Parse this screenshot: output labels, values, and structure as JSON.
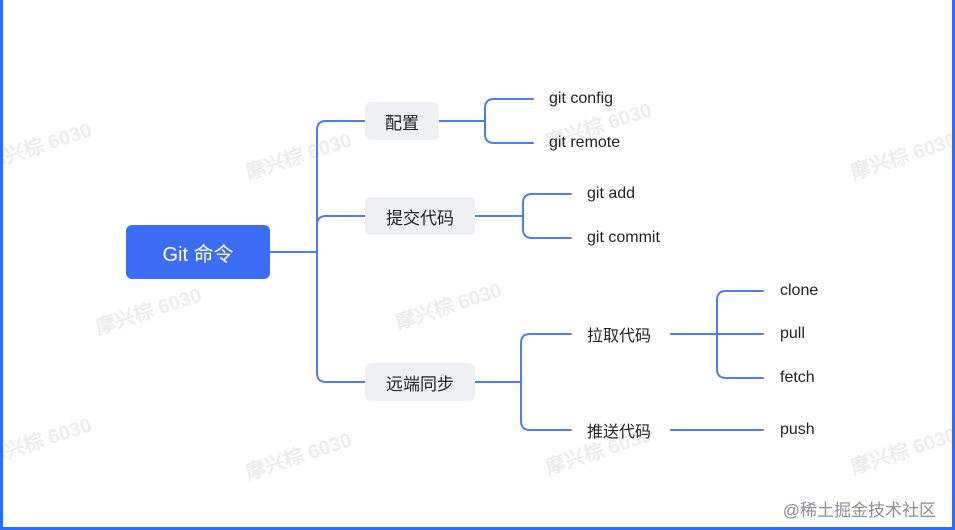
{
  "root": "Git 命令",
  "categories": {
    "config": "配置",
    "commit": "提交代码",
    "remote": "远端同步"
  },
  "config_items": [
    "git config",
    "git remote"
  ],
  "commit_items": [
    "git add",
    "git commit"
  ],
  "remote_subs": {
    "pull": "拉取代码",
    "push": "推送代码"
  },
  "pull_items": [
    "clone",
    "pull",
    "fetch"
  ],
  "push_items": [
    "push"
  ],
  "watermark": "摩兴棕 6030",
  "footer": "@稀土掘金技术社区",
  "colors": {
    "accent": "#3d6df6",
    "edge": "#4d7cf6",
    "category_bg": "#eef0f3",
    "frame": "#2f6bff"
  }
}
